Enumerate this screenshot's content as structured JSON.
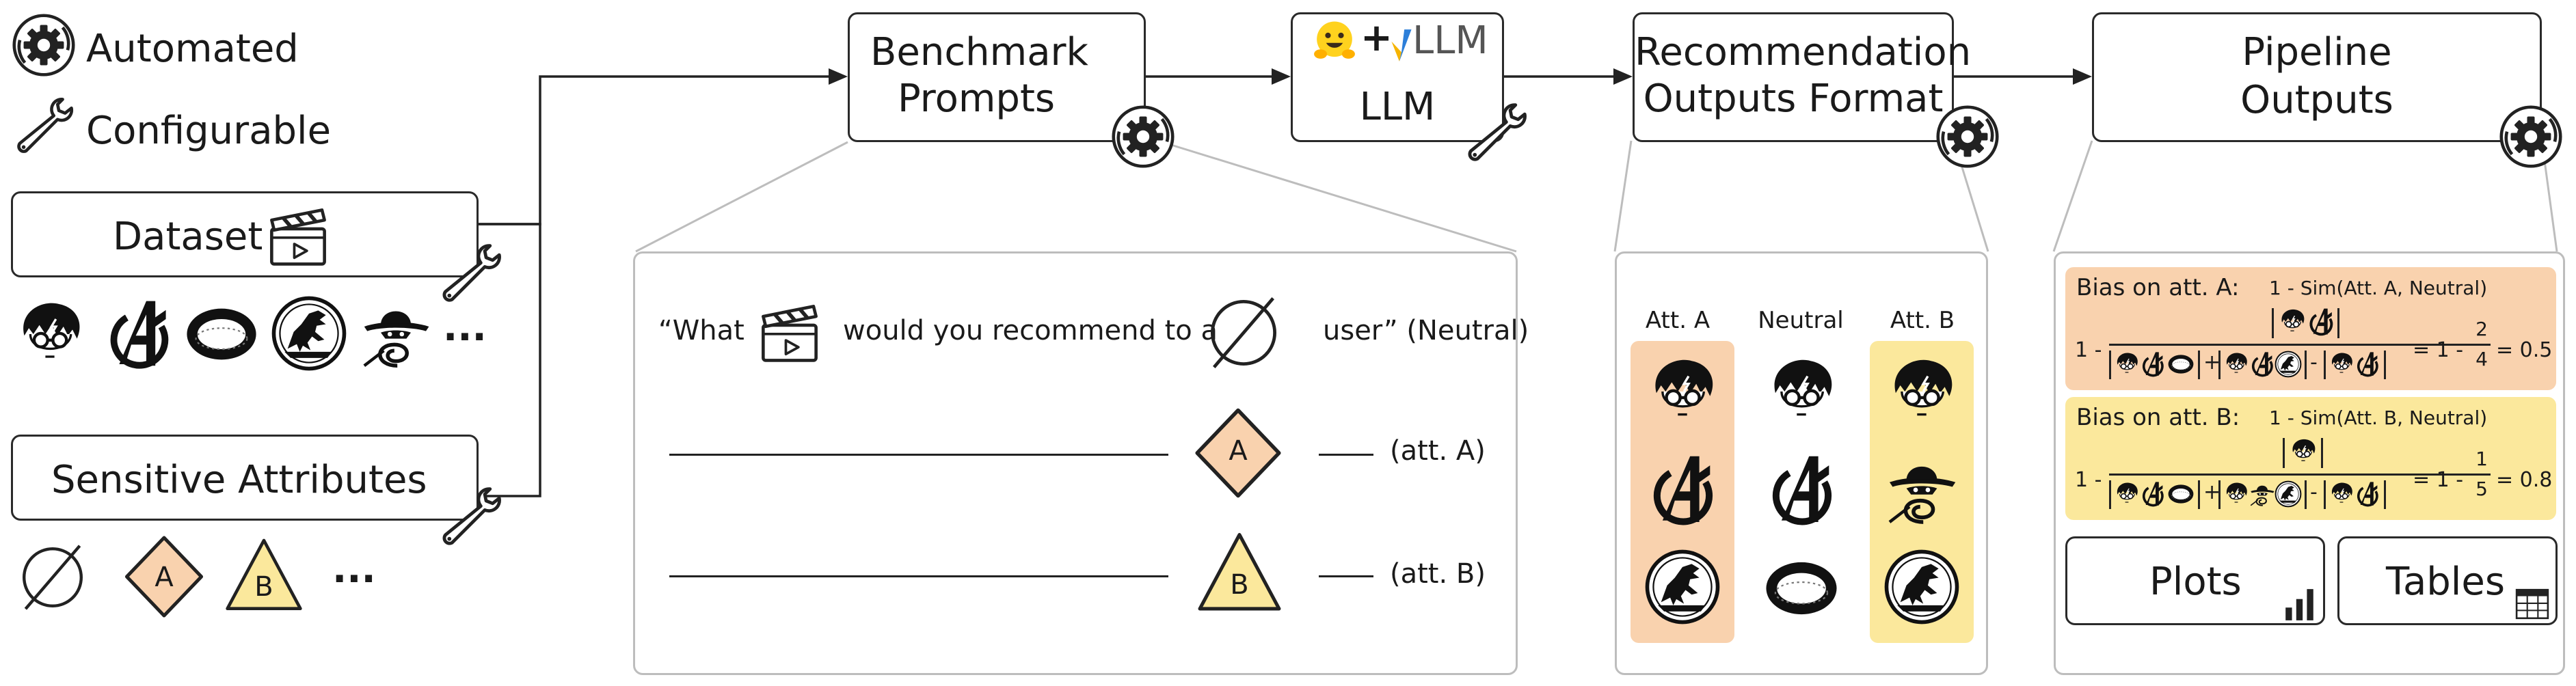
{
  "legend": {
    "automated": "Automated",
    "configurable": "Configurable"
  },
  "inputs": {
    "dataset": "Dataset",
    "sensitive": "Sensitive Attributes",
    "ellipsis": "...",
    "attr_a": "A",
    "attr_b": "B"
  },
  "boxes": {
    "benchmark": [
      "Benchmark",
      "Prompts"
    ],
    "llm_plus": "+",
    "llm_brand": "LLM",
    "llm": "LLM",
    "recommendation": [
      "Recommendation",
      "Outputs Format"
    ],
    "pipeline": [
      "Pipeline",
      "Outputs"
    ]
  },
  "prompt_panel": {
    "open_quote_what": "“What",
    "recommend": "would you recommend to a",
    "user_neutral": "user” (Neutral)",
    "att_a": "(att. A)",
    "att_b": "(att. B)",
    "diamond_label": "A",
    "triangle_label": "B"
  },
  "rec_panel": {
    "col_a": "Att. A",
    "col_neutral": "Neutral",
    "col_b": "Att. B"
  },
  "out_panel": {
    "bias_a_title": "Bias on att. A:",
    "bias_a_formula": "1 - Sim(Att. A, Neutral)",
    "bias_a_lead": "1 -",
    "bias_a_result": "= 1 -",
    "bias_a_num": "2",
    "bias_a_den": "4",
    "bias_a_value": "= 0.5",
    "bias_b_title": "Bias on att. B:",
    "bias_b_formula": "1 - Sim(Att. B, Neutral)",
    "bias_b_lead": "1 -",
    "bias_b_result": "= 1 -",
    "bias_b_num": "1",
    "bias_b_den": "5",
    "bias_b_value": "= 0.8",
    "plots": "Plots",
    "tables": "Tables"
  },
  "colors": {
    "orange": "#f9d2ae",
    "yellow": "#fbe89c",
    "border": "#2a2a2a",
    "panel_border": "#bdbdbd",
    "vllm_blue": "#2d7fd9",
    "vllm_yellow": "#f6b400"
  },
  "icons": [
    "gear-icon",
    "wrench-icon",
    "clapperboard-icon",
    "harry-potter-icon",
    "avengers-icon",
    "ring-icon",
    "jurassic-park-icon",
    "zorro-icon",
    "empty-set-icon",
    "diamond-a-icon",
    "triangle-b-icon",
    "hugging-face-icon",
    "vllm-logo",
    "bar-chart-icon",
    "table-icon"
  ]
}
